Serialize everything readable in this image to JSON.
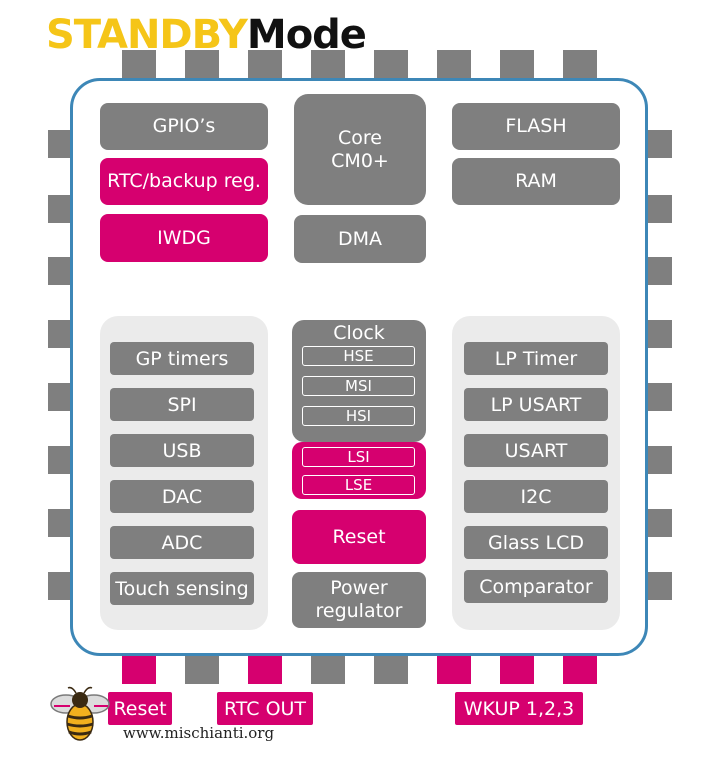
{
  "title": {
    "word1": "STANDBY",
    "word2": "Mode"
  },
  "colors": {
    "active": "#d6006f",
    "inactive": "#7f7f7f",
    "chip_border": "#3d87b7",
    "panel": "#ebebeb",
    "title_accent": "#f5c518"
  },
  "core_blocks": {
    "gpio": "GPIO’s",
    "rtc_backup": "RTC/backup reg.",
    "iwdg": "IWDG",
    "core": "Core\nCM0+",
    "dma": "DMA",
    "flash": "FLASH",
    "ram": "RAM"
  },
  "left_panel": [
    "GP timers",
    "SPI",
    "USB",
    "DAC",
    "ADC",
    "Touch sensing"
  ],
  "right_panel": [
    "LP Timer",
    "LP USART",
    "USART",
    "I2C",
    "Glass LCD",
    "Comparator"
  ],
  "clock": {
    "title": "Clock",
    "hse": "HSE",
    "msi": "MSI",
    "hsi": "HSI",
    "lsi": "LSI",
    "lse": "LSE"
  },
  "center_blocks": {
    "reset": "Reset",
    "power_regulator": "Power\nregulator"
  },
  "pin_labels": {
    "reset": "Reset",
    "rtc_out": "RTC OUT",
    "wkup": "WKUP 1,2,3"
  },
  "website": "www.mischianti.org",
  "logo_icon": "bee-icon"
}
